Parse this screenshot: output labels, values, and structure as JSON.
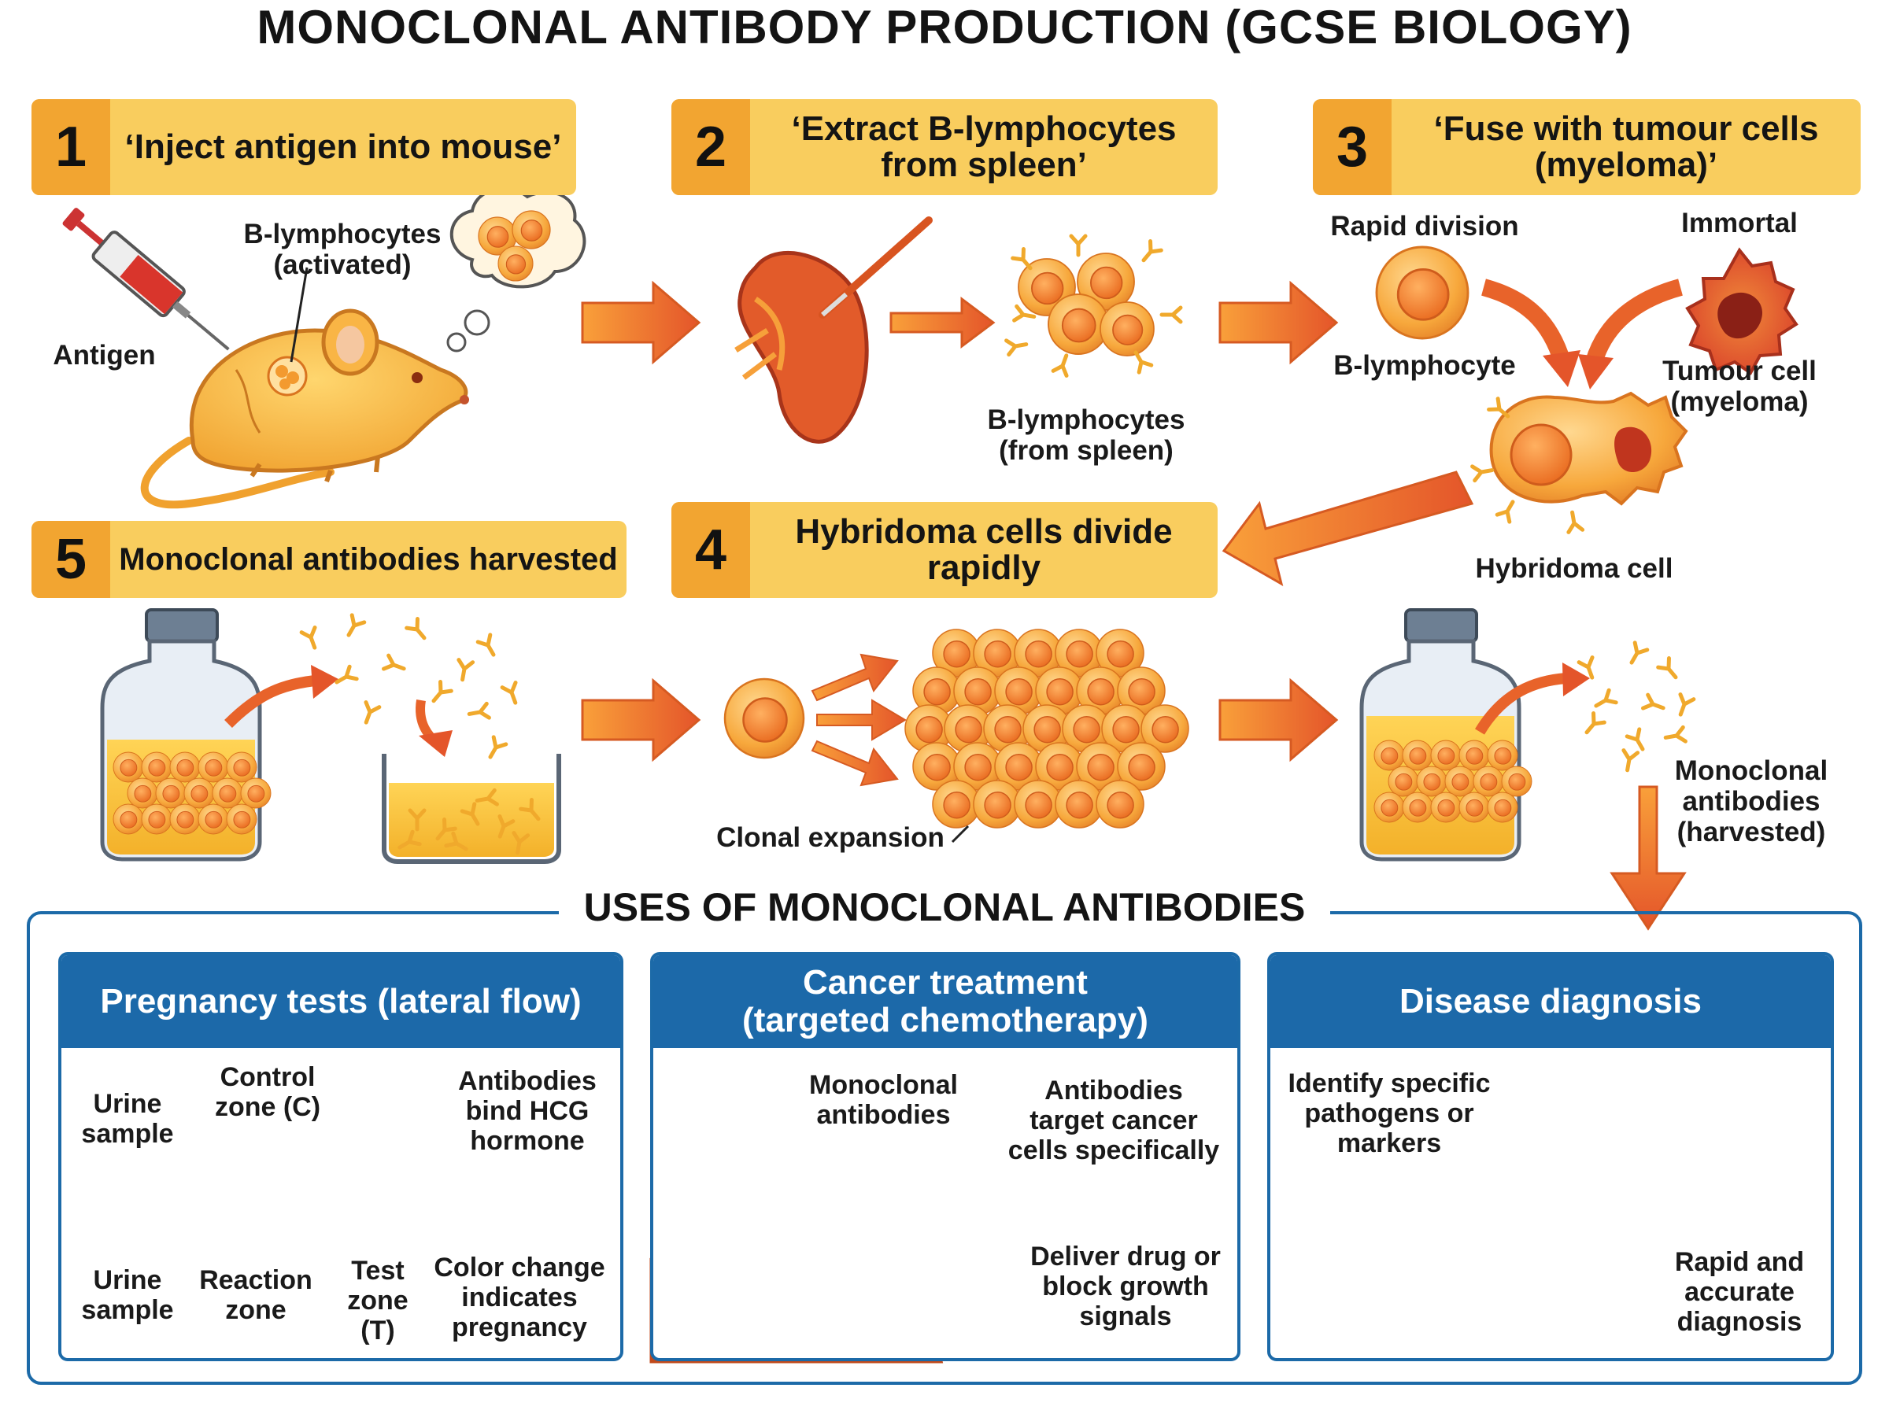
{
  "title": "MONOCLONAL ANTIBODY PRODUCTION (GCSE BIOLOGY)",
  "steps": [
    {
      "number": "1",
      "text": "‘Inject antigen into mouse’"
    },
    {
      "number": "2",
      "text": "‘Extract B-lymphocytes\nfrom spleen’"
    },
    {
      "number": "3",
      "text": "‘Fuse with tumour cells\n(myeloma)’"
    },
    {
      "number": "4",
      "text": "Hybridoma cells divide\nrapidly"
    },
    {
      "number": "5",
      "text": "Monoclonal antibodies harvested"
    }
  ],
  "labels": {
    "antigen": "Antigen",
    "b_activated": "B-lymphocytes\n(activated)",
    "b_spleen": "B-lymphocytes\n(from spleen)",
    "rapid_division": "Rapid division",
    "immortal": "Immortal",
    "b_lymphocyte": "B-lymphocyte",
    "tumour_cell": "Tumour cell\n(myeloma)",
    "hybridoma_cell": "Hybridoma cell",
    "clonal_expansion": "Clonal expansion",
    "mab_harvested": "Monoclonal\nantibodies\n(harvested)"
  },
  "uses": {
    "heading": "USES OF MONOCLONAL ANTIBODIES",
    "pregnancy": {
      "title": "Pregnancy tests (lateral flow)",
      "urine_sample_top": "Urine\nsample",
      "control_zone": "Control\nzone (C)",
      "antibodies_bind": "Antibodies\nbind HCG\nhormone",
      "urine_sample_bottom": "Urine\nsample",
      "reaction_zone": "Reaction\nzone",
      "test_zone": "Test\nzone\n(T)",
      "color_change": "Color change\nindicates\npregnancy"
    },
    "cancer": {
      "title": "Cancer treatment\n(targeted chemotherapy)",
      "monoclonal": "Monoclonal\nantibodies",
      "target": "Antibodies\ntarget cancer\ncells specifically",
      "deliver": "Deliver drug or\nblock growth\nsignals"
    },
    "disease": {
      "title": "Disease diagnosis",
      "identify": "Identify specific\npathogens or\nmarkers",
      "rapid": "Rapid and\naccurate\ndiagnosis"
    }
  },
  "colors": {
    "step_box": "#f9cd5e",
    "step_number": "#f2a531",
    "cell_orange": "#f39a2f",
    "arrow_orange": "#ec6a2a",
    "antibody_yellow": "#f0a92c",
    "uses_blue": "#1c69a9"
  }
}
